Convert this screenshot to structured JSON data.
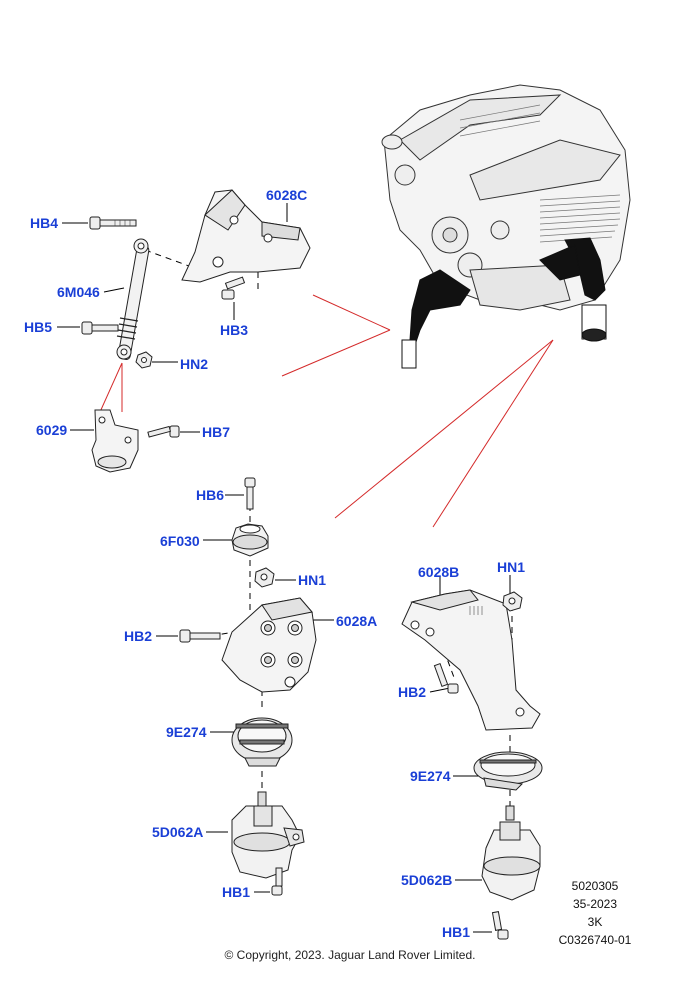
{
  "colors": {
    "label": "#1a3fd6",
    "leader": "#000000",
    "callout": "#d42a2a",
    "part_stroke": "#222222",
    "part_fill": "#f2f2f2",
    "mount_fill": "#111111"
  },
  "labels": {
    "hb4": "HB4",
    "c6028c": "6028C",
    "m6m046": "6M046",
    "hb5": "HB5",
    "hn2_top": "HN2",
    "hb3": "HB3",
    "c6029": "6029",
    "hb7": "HB7",
    "hb6": "HB6",
    "f6f030": "6F030",
    "hn1_left": "HN1",
    "c6028a": "6028A",
    "hb2_left": "HB2",
    "e9e274_left": "9E274",
    "d5d062a": "5D062A",
    "hb1_left": "HB1",
    "c6028b": "6028B",
    "hn1_right": "HN1",
    "hb2_right": "HB2",
    "e9e274_right": "9E274",
    "d5d062b": "5D062B",
    "hb1_right": "HB1"
  },
  "reference": [
    "5020305",
    "35-2023",
    "3K",
    "C0326740-01"
  ],
  "copyright": "© Copyright, 2023. Jaguar Land Rover Limited."
}
